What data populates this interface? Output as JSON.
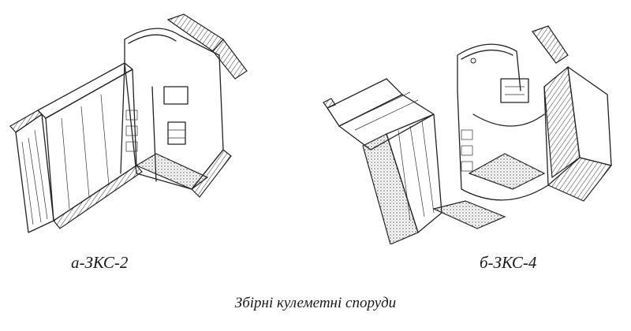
{
  "captions": {
    "a": "а-ЗКС-2",
    "b": "б-ЗКС-4",
    "title": "Збірні кулеметні споруди"
  }
}
